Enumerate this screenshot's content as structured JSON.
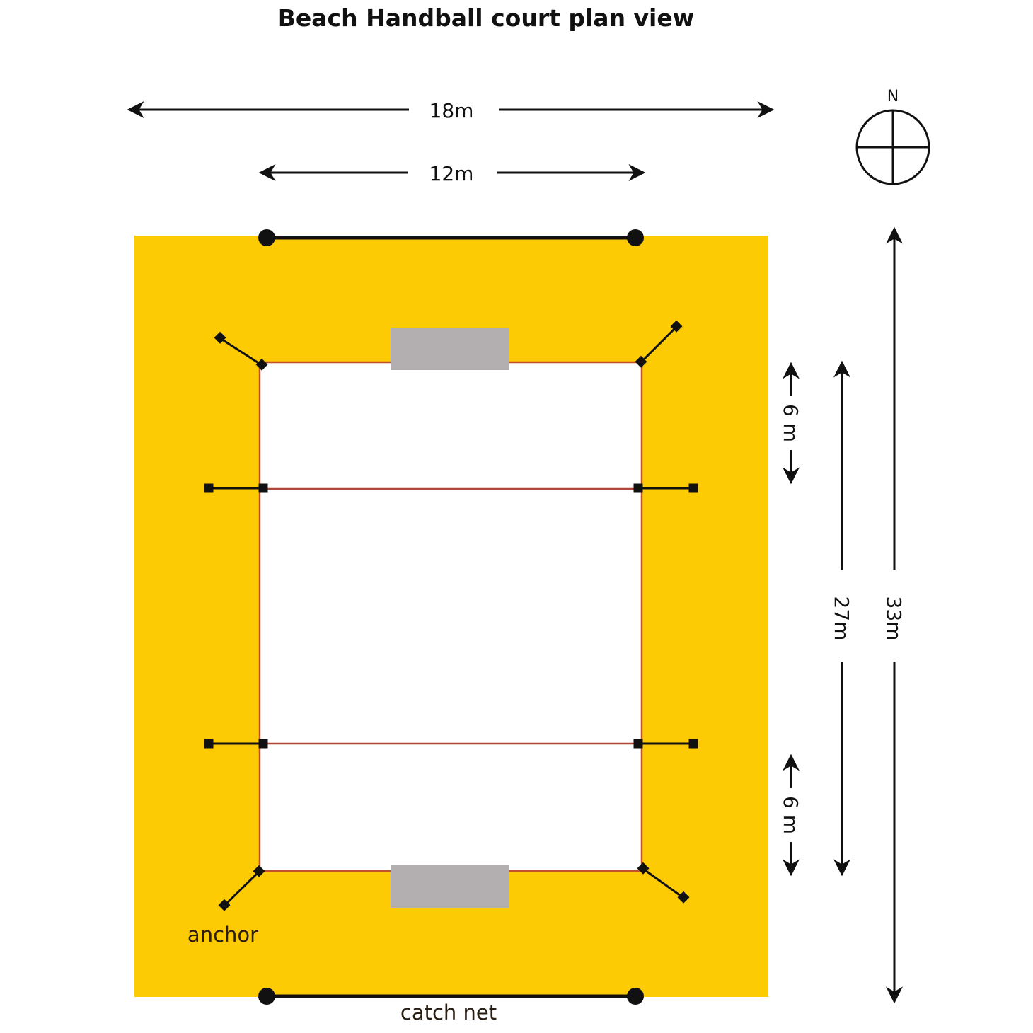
{
  "title": "Beach Handball court plan view",
  "dimensions": {
    "total_width": "18m",
    "court_width": "12m",
    "total_length": "33m",
    "court_length": "27m",
    "goal_area_top": "6 m",
    "goal_area_bottom": "6 m"
  },
  "compass": {
    "north_label": "N"
  },
  "labels": {
    "anchor": "anchor",
    "catch_net": "catch net"
  },
  "colors": {
    "sand": "#FDCB04",
    "court": "#FFFFFF",
    "court_line": "#C0522A",
    "goal": "#B3AFB0",
    "net": "#111111"
  }
}
